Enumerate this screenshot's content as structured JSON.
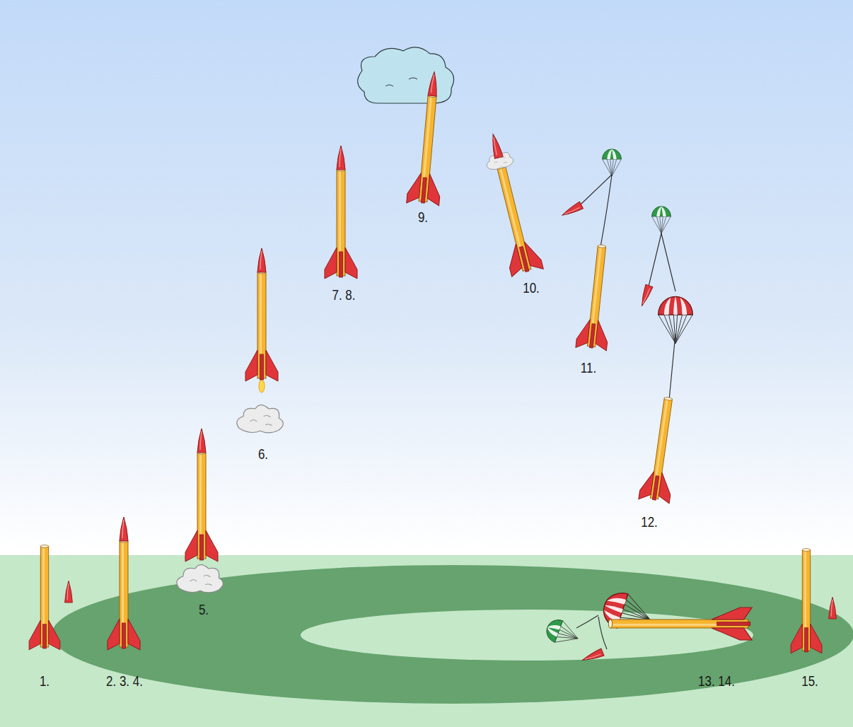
{
  "diagram": {
    "labels": [
      "1.",
      "2. 3. 4.",
      "5.",
      "6.",
      "7. 8.",
      "9.",
      "10.",
      "11.",
      "12.",
      "13. 14.",
      "15."
    ]
  }
}
